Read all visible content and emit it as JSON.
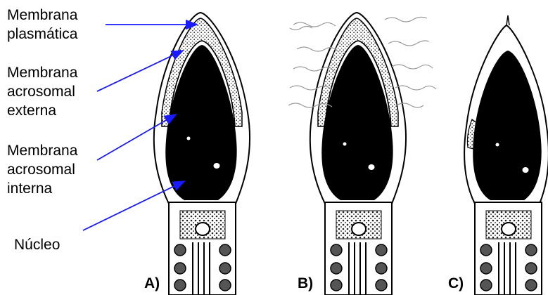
{
  "labels": {
    "membrana_plasmatica": [
      "Membrana",
      "plasmática"
    ],
    "membrana_acrosomal_externa": [
      "Membrana",
      "acrosomal",
      "externa"
    ],
    "membrana_acrosomal_interna": [
      "Membrana",
      "acrosomal",
      "interna"
    ],
    "nucleo": [
      "Núcleo"
    ]
  },
  "panels": [
    "A)",
    "B)",
    "C)"
  ],
  "colors": {
    "arrow": "#1a1aff",
    "nucleus": "#000000",
    "outline": "#000000"
  }
}
